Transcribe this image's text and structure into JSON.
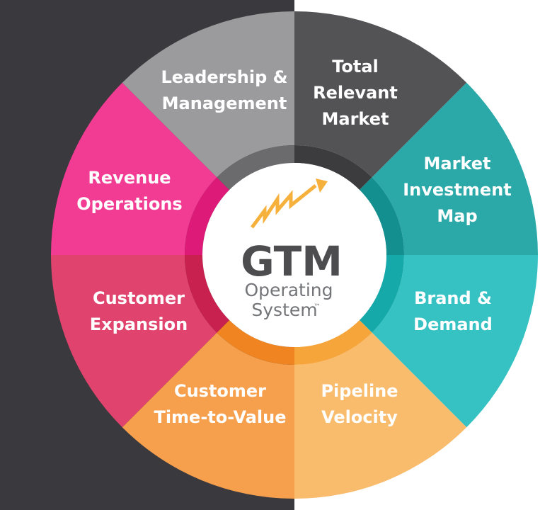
{
  "center": {
    "title": "GTM",
    "subtitle_line1": "Operating",
    "subtitle_line2": "System",
    "trademark": "™"
  },
  "segments": [
    {
      "name": "leadership",
      "lines": [
        "Leadership &",
        "Management"
      ],
      "color": "#535356",
      "inner_color": "#3c3c3f"
    },
    {
      "name": "total-relevant-market",
      "lines": [
        "Total",
        "Relevant",
        "Market"
      ],
      "color": "#2aa9a8",
      "inner_color": "#128f8e"
    },
    {
      "name": "market-investment-map",
      "lines": [
        "Market",
        "Investment",
        "Map"
      ],
      "color": "#36c2c3",
      "inner_color": "#15a9aa"
    },
    {
      "name": "brand-demand",
      "lines": [
        "Brand &",
        "Demand"
      ],
      "color": "#f9bb6c",
      "inner_color": "#f6a53b"
    },
    {
      "name": "pipeline-velocity",
      "lines": [
        "Pipeline",
        "Velocity"
      ],
      "color": "#f6a04d",
      "inner_color": "#ef8420"
    },
    {
      "name": "customer-time-to-value",
      "lines": [
        "Customer",
        "Time-to-Value"
      ],
      "color": "#e0436d",
      "inner_color": "#c8204f"
    },
    {
      "name": "customer-expansion",
      "lines": [
        "Customer",
        "Expansion"
      ],
      "color": "#f23c93",
      "inner_color": "#dd1a78"
    },
    {
      "name": "revenue-operations",
      "lines": [
        "Revenue",
        "Operations"
      ],
      "color": "#9b9b9e",
      "inner_color": "#6b6b6e"
    }
  ],
  "colors": {
    "background_left": "#3a393d",
    "background_right": "#ffffff",
    "arrow": "#f6b13d",
    "center_fill": "#ffffff"
  }
}
